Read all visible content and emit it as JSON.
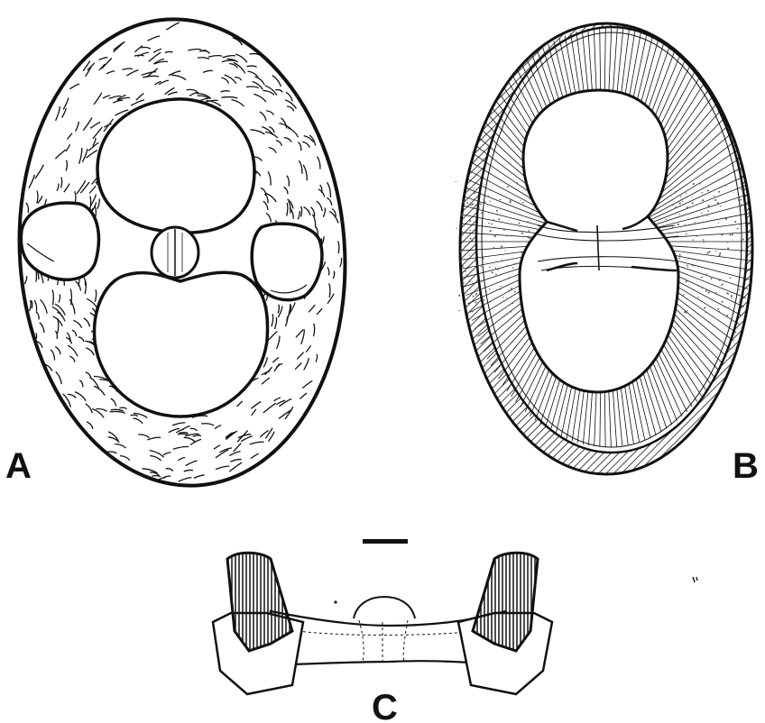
{
  "figure": {
    "panels": [
      {
        "id": "A",
        "label": "A"
      },
      {
        "id": "B",
        "label": "B"
      },
      {
        "id": "C",
        "label": "C"
      }
    ]
  },
  "colors": {
    "ink": "#111111",
    "paper": "#ffffff",
    "stipple": "#555555"
  }
}
